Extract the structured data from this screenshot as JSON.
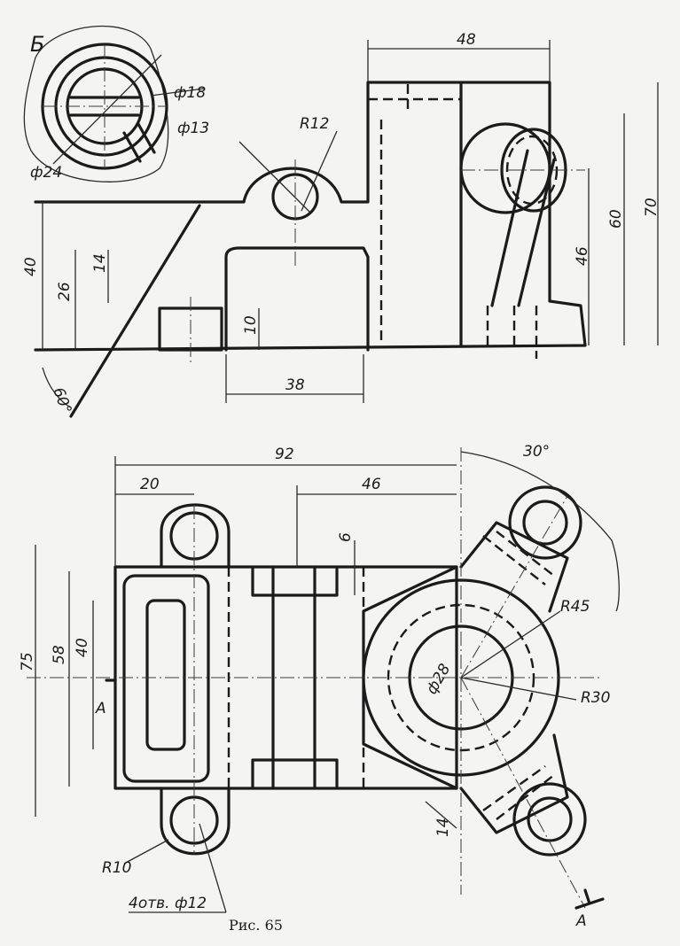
{
  "view_b": {
    "label": "Б",
    "dims": {
      "d18": "ф18",
      "d24": "ф24"
    }
  },
  "front_view": {
    "dims": {
      "width_48": "48",
      "h70": "70",
      "h60": "60",
      "h46": "46",
      "h40": "40",
      "h26": "26",
      "h14": "14",
      "h10": "10",
      "w38": "38",
      "angle60": "60°",
      "d13": "ф13",
      "r12": "R12"
    }
  },
  "top_view": {
    "dims": {
      "w92": "92",
      "w20": "20",
      "w46": "46",
      "h6": "6",
      "h75": "75",
      "h58": "58",
      "h40": "40",
      "angle30": "30°",
      "r45": "R45",
      "r30": "R30",
      "d28": "ф28",
      "w14": "14",
      "r10": "R10",
      "holes": "4отв. ф12"
    },
    "section_marks": {
      "a_left": "А",
      "a_right": "А"
    }
  },
  "caption": "Рис. 65"
}
